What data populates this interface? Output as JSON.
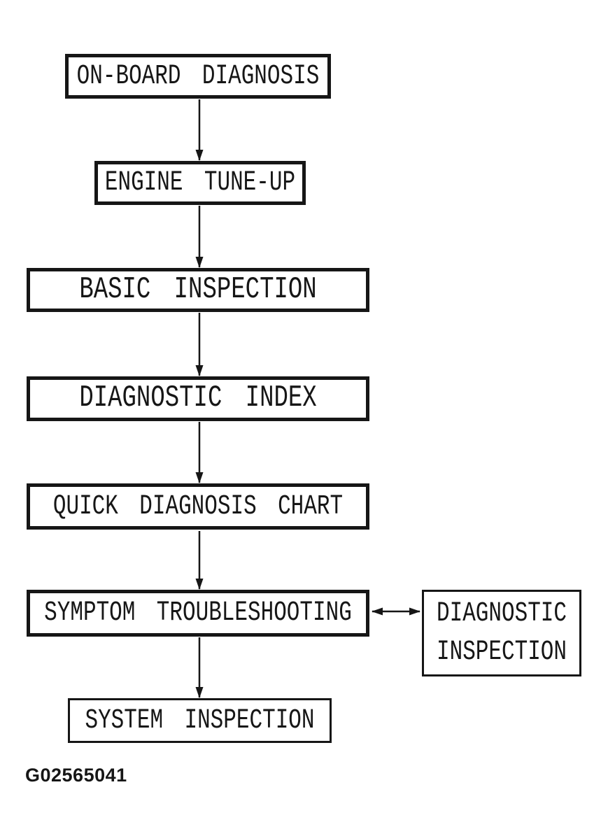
{
  "figure_code": "G02565041",
  "colors": {
    "ink": "#161616",
    "paper": "#ffffff"
  },
  "flowchart": {
    "title_semantic": "on-board diagnosis troubleshooting flow",
    "nodes": [
      {
        "id": "on-board-diagnosis",
        "label": "ON-BOARD DIAGNOSIS"
      },
      {
        "id": "engine-tune-up",
        "label": "ENGINE TUNE-UP"
      },
      {
        "id": "basic-inspection",
        "label": "BASIC INSPECTION"
      },
      {
        "id": "diagnostic-index",
        "label": "DIAGNOSTIC INDEX"
      },
      {
        "id": "quick-diagnosis-chart",
        "label": "QUICK DIAGNOSIS CHART"
      },
      {
        "id": "symptom-troubleshooting",
        "label": "SYMPTOM TROUBLESHOOTING"
      },
      {
        "id": "diagnostic-inspection",
        "label": "DIAGNOSTIC INSPECTION",
        "lines": [
          "DIAGNOSTIC",
          "INSPECTION"
        ]
      },
      {
        "id": "system-inspection",
        "label": "SYSTEM INSPECTION"
      }
    ],
    "edges": [
      {
        "from": "on-board-diagnosis",
        "to": "engine-tune-up",
        "direction": "down"
      },
      {
        "from": "engine-tune-up",
        "to": "basic-inspection",
        "direction": "down"
      },
      {
        "from": "basic-inspection",
        "to": "diagnostic-index",
        "direction": "down"
      },
      {
        "from": "diagnostic-index",
        "to": "quick-diagnosis-chart",
        "direction": "down"
      },
      {
        "from": "quick-diagnosis-chart",
        "to": "symptom-troubleshooting",
        "direction": "down"
      },
      {
        "from": "symptom-troubleshooting",
        "to": "system-inspection",
        "direction": "down"
      },
      {
        "from": "symptom-troubleshooting",
        "to": "diagnostic-inspection",
        "direction": "bidirectional"
      }
    ]
  }
}
